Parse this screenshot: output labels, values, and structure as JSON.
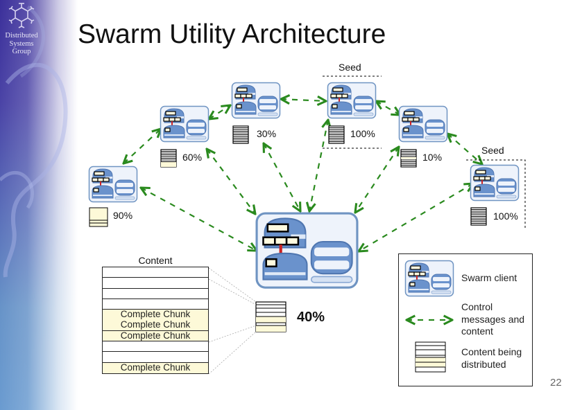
{
  "sidebar": {
    "logo_lines": [
      "Distributed",
      "Systems",
      "Group"
    ]
  },
  "slide": {
    "title": "Swarm Utility Architecture",
    "page_number": "22"
  },
  "colors": {
    "arrow": "#2a8a1e",
    "client_frame": "#5a86bb",
    "client_fill": "#eef3fb",
    "client_blue": "#6a92cc",
    "link_red": "#cc2222",
    "chunk_fill": "#fdf9d8"
  },
  "nodes": [
    {
      "id": "peer-a",
      "percent": "90%",
      "seed": false
    },
    {
      "id": "peer-b",
      "percent": "60%",
      "seed": false
    },
    {
      "id": "peer-c",
      "percent": "30%",
      "seed": false
    },
    {
      "id": "seed-1",
      "percent": "100%",
      "seed": true,
      "seed_label": "Seed"
    },
    {
      "id": "peer-d",
      "percent": "10%",
      "seed": false
    },
    {
      "id": "seed-2",
      "percent": "100%",
      "seed": true,
      "seed_label": "Seed"
    },
    {
      "id": "center",
      "percent": "40%",
      "seed": false
    }
  ],
  "content": {
    "title": "Content",
    "rows": [
      {
        "label": "",
        "complete": false
      },
      {
        "label": "",
        "complete": false
      },
      {
        "label": "",
        "complete": false
      },
      {
        "label": "",
        "complete": false
      },
      {
        "label": "Complete Chunk",
        "complete": true
      },
      {
        "label": "Complete Chunk",
        "complete": true
      },
      {
        "label": "Complete Chunk",
        "complete": true
      },
      {
        "label": "",
        "complete": false
      },
      {
        "label": "",
        "complete": false
      },
      {
        "label": "Complete Chunk",
        "complete": true
      }
    ]
  },
  "legend": {
    "items": [
      {
        "icon": "swarm-client-icon",
        "label": "Swarm client"
      },
      {
        "icon": "bidirectional-dashed-arrow-icon",
        "label": "Control messages and content",
        "lines": [
          "Control",
          "messages and",
          "content"
        ]
      },
      {
        "icon": "content-chunks-icon",
        "label": "Content being distributed",
        "lines": [
          "Content being",
          "distributed"
        ]
      }
    ]
  }
}
